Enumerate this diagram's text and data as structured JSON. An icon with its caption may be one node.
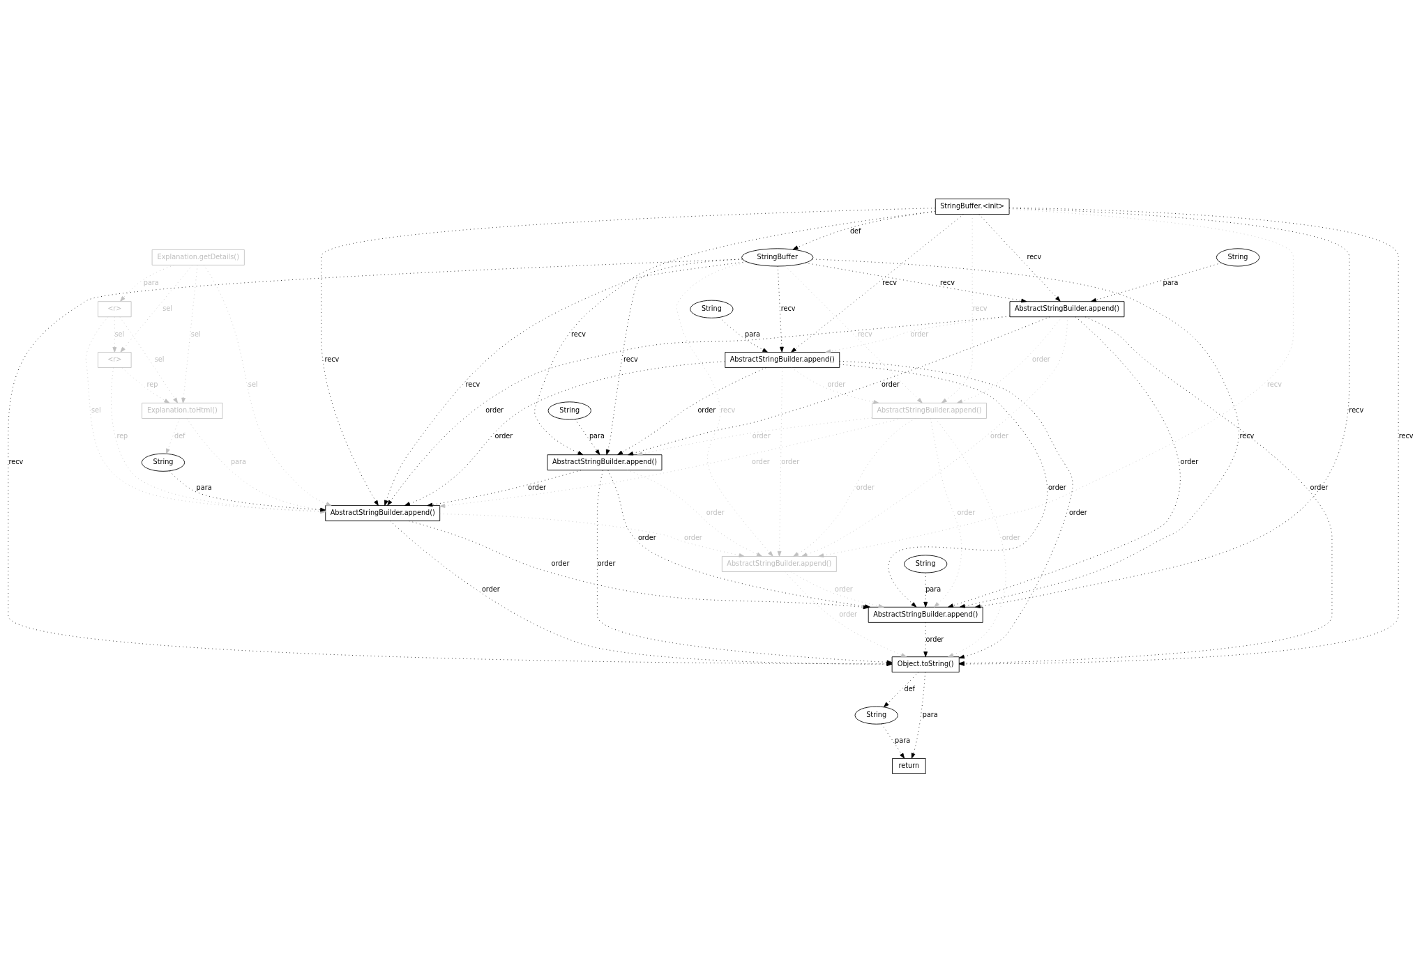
{
  "diagram": {
    "nodes": [
      {
        "text": [
          "StringBuffer.<init>"
        ]
      },
      {
        "text": [
          "StringBuffer"
        ]
      },
      {
        "text": [
          "String"
        ]
      },
      {
        "text": [
          "Explanation.getDetails()"
        ]
      },
      {
        "text": [
          "AbstractStringBuilder.append()"
        ]
      },
      {
        "text": [
          "String"
        ]
      },
      {
        "text": [
          "<r>"
        ]
      },
      {
        "text": [
          "AbstractStringBuilder.append()"
        ]
      },
      {
        "text": [
          "<r>"
        ]
      },
      {
        "text": [
          "String"
        ]
      },
      {
        "text": [
          "AbstractStringBuilder.append()"
        ]
      },
      {
        "text": [
          "Explanation.toHtml()"
        ]
      },
      {
        "text": [
          "AbstractStringBuilder.append()"
        ]
      },
      {
        "text": [
          "String"
        ]
      },
      {
        "text": [
          "AbstractStringBuilder.append()"
        ]
      },
      {
        "text": [
          "AbstractStringBuilder.append()"
        ]
      },
      {
        "text": [
          "String"
        ]
      },
      {
        "text": [
          "AbstractStringBuilder.append()"
        ]
      },
      {
        "text": [
          "Object.toString()"
        ]
      },
      {
        "text": [
          "String"
        ]
      },
      {
        "text": [
          "return"
        ]
      }
    ],
    "edges": [
      {
        "from": 0,
        "to": 1,
        "arrow": "to",
        "label": "def"
      },
      {
        "from": 0,
        "to": 4,
        "arrow": "to",
        "label": "recv"
      },
      {
        "from": 0,
        "to": 7,
        "arrow": "to",
        "label": "recv"
      },
      {
        "from": 0,
        "to": 10,
        "arrow": "to",
        "label": "recv",
        "color": "#c0c0c0"
      },
      {
        "from": 0,
        "to": 12,
        "arrow": "to",
        "label": "recv"
      },
      {
        "from": 0,
        "to": 14,
        "arrow": "to",
        "label": "recv"
      },
      {
        "from": 0,
        "to": 15,
        "arrow": "to",
        "label": "recv",
        "color": "#c0c0c0"
      },
      {
        "from": 0,
        "to": 17,
        "arrow": "to",
        "label": "recv"
      },
      {
        "from": 0,
        "to": 18,
        "arrow": "to",
        "label": "recv"
      },
      {
        "from": 1,
        "to": 4,
        "arrow": "to",
        "label": "recv"
      },
      {
        "from": 1,
        "to": 7,
        "arrow": "to",
        "label": "recv"
      },
      {
        "from": 1,
        "to": 10,
        "arrow": "to",
        "label": "recv",
        "color": "#c0c0c0"
      },
      {
        "from": 1,
        "to": 12,
        "arrow": "to",
        "label": "recv"
      },
      {
        "from": 1,
        "to": 14,
        "arrow": "to",
        "label": "recv"
      },
      {
        "from": 1,
        "to": 15,
        "arrow": "to",
        "label": "recv",
        "color": "#c0c0c0"
      },
      {
        "from": 1,
        "to": 17,
        "arrow": "to",
        "label": "recv"
      },
      {
        "from": 1,
        "to": 18,
        "arrow": "to",
        "label": "recv"
      },
      {
        "from": 2,
        "to": 4,
        "arrow": "to",
        "label": "para"
      },
      {
        "from": 5,
        "to": 7,
        "arrow": "to",
        "label": "para"
      },
      {
        "from": 9,
        "to": 12,
        "arrow": "to",
        "label": "para"
      },
      {
        "from": 13,
        "to": 14,
        "arrow": "to",
        "label": "para"
      },
      {
        "from": 16,
        "to": 17,
        "arrow": "to",
        "label": "para"
      },
      {
        "from": 3,
        "to": 6,
        "arrow": "to",
        "label": "para",
        "color": "#c0c0c0"
      },
      {
        "from": 3,
        "to": 8,
        "arrow": "to",
        "label": "sel",
        "color": "#c0c0c0"
      },
      {
        "from": 3,
        "to": 11,
        "arrow": "to",
        "label": "sel",
        "color": "#c0c0c0"
      },
      {
        "from": 3,
        "to": 14,
        "arrow": "to",
        "label": "sel",
        "color": "#c0c0c0"
      },
      {
        "from": 6,
        "to": 8,
        "arrow": "to",
        "label": "sel",
        "color": "#c0c0c0"
      },
      {
        "from": 6,
        "to": 11,
        "arrow": "to",
        "label": "sel",
        "color": "#c0c0c0"
      },
      {
        "from": 6,
        "to": 14,
        "arrow": "to",
        "label": "sel",
        "color": "#c0c0c0"
      },
      {
        "from": 8,
        "to": 11,
        "arrow": "to",
        "label": "rep",
        "color": "#c0c0c0"
      },
      {
        "from": 8,
        "to": 14,
        "arrow": "to",
        "label": "rep",
        "color": "#c0c0c0"
      },
      {
        "from": 11,
        "to": 13,
        "arrow": "to",
        "label": "def",
        "color": "#c0c0c0"
      },
      {
        "from": 11,
        "to": 14,
        "arrow": "to",
        "label": "para",
        "color": "#c0c0c0"
      },
      {
        "from": 4,
        "to": 7,
        "arrow": "to",
        "label": "order",
        "color": "#c0c0c0"
      },
      {
        "from": 4,
        "to": 10,
        "arrow": "to",
        "label": "order",
        "color": "#c0c0c0"
      },
      {
        "from": 4,
        "to": 12,
        "arrow": "to",
        "label": "order"
      },
      {
        "from": 4,
        "to": 14,
        "arrow": "to",
        "label": "order"
      },
      {
        "from": 4,
        "to": 15,
        "arrow": "to",
        "label": "order",
        "color": "#c0c0c0"
      },
      {
        "from": 4,
        "to": 17,
        "arrow": "to",
        "label": "order"
      },
      {
        "from": 4,
        "to": 18,
        "arrow": "to",
        "label": "order"
      },
      {
        "from": 7,
        "to": 10,
        "arrow": "to",
        "label": "order",
        "color": "#c0c0c0"
      },
      {
        "from": 7,
        "to": 12,
        "arrow": "to",
        "label": "order"
      },
      {
        "from": 7,
        "to": 14,
        "arrow": "to",
        "label": "order"
      },
      {
        "from": 7,
        "to": 15,
        "arrow": "to",
        "label": "order",
        "color": "#c0c0c0"
      },
      {
        "from": 7,
        "to": 17,
        "arrow": "to",
        "label": "order"
      },
      {
        "from": 7,
        "to": 18,
        "arrow": "to",
        "label": "order"
      },
      {
        "from": 10,
        "to": 12,
        "arrow": "to",
        "label": "order",
        "color": "#c0c0c0"
      },
      {
        "from": 10,
        "to": 14,
        "arrow": "to",
        "label": "order",
        "color": "#c0c0c0"
      },
      {
        "from": 10,
        "to": 15,
        "arrow": "to",
        "label": "order",
        "color": "#c0c0c0"
      },
      {
        "from": 10,
        "to": 17,
        "arrow": "to",
        "label": "order",
        "color": "#c0c0c0"
      },
      {
        "from": 10,
        "to": 18,
        "arrow": "to",
        "label": "order",
        "color": "#c0c0c0"
      },
      {
        "from": 12,
        "to": 14,
        "arrow": "to",
        "label": "order"
      },
      {
        "from": 12,
        "to": 15,
        "arrow": "to",
        "label": "order",
        "color": "#c0c0c0"
      },
      {
        "from": 12,
        "to": 17,
        "arrow": "to",
        "label": "order"
      },
      {
        "from": 12,
        "to": 18,
        "arrow": "to",
        "label": "order"
      },
      {
        "from": 14,
        "to": 15,
        "arrow": "to",
        "label": "order",
        "color": "#c0c0c0"
      },
      {
        "from": 14,
        "to": 17,
        "arrow": "to",
        "label": "order"
      },
      {
        "from": 14,
        "to": 18,
        "arrow": "to",
        "label": "order"
      },
      {
        "from": 15,
        "to": 17,
        "arrow": "to",
        "label": "order",
        "color": "#c0c0c0"
      },
      {
        "from": 15,
        "to": 18,
        "arrow": "to",
        "label": "order",
        "color": "#c0c0c0"
      },
      {
        "from": 17,
        "to": 18,
        "arrow": "to",
        "label": "order"
      },
      {
        "from": 18,
        "to": 19,
        "arrow": "to",
        "label": "def"
      },
      {
        "from": 18,
        "to": 20,
        "arrow": "to",
        "label": "para"
      },
      {
        "from": 19,
        "to": 20,
        "arrow": "to",
        "label": "para"
      }
    ]
  }
}
